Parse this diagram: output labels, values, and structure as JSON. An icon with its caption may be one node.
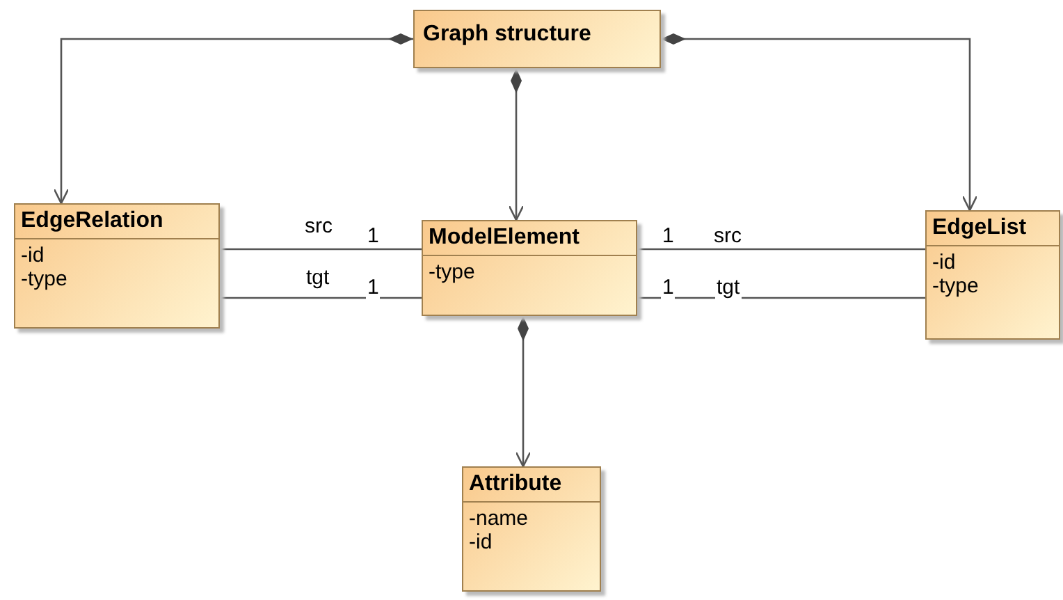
{
  "diagram": {
    "nodes": [
      {
        "text": [
          "Graph structure"
        ]
      },
      {
        "text": [
          "EdgeRelation",
          "-id",
          "-type"
        ]
      },
      {
        "text": [
          "ModelElement",
          "-type"
        ]
      },
      {
        "text": [
          "EdgeList",
          "-id",
          "-type"
        ]
      },
      {
        "text": [
          "Attribute",
          "-name",
          "-id"
        ]
      }
    ],
    "edges": [
      {
        "from": 0,
        "to": 1,
        "arrow": "to"
      },
      {
        "from": 0,
        "to": 2,
        "arrow": "to"
      },
      {
        "from": 0,
        "to": 3,
        "arrow": "to"
      },
      {
        "from": 2,
        "to": 4,
        "arrow": "to"
      },
      {
        "from": 1,
        "to": 2,
        "arrow": "none",
        "label": "src"
      },
      {
        "from": 1,
        "to": 2,
        "arrow": "none",
        "label": "tgt"
      },
      {
        "from": 2,
        "to": 3,
        "arrow": "none",
        "label": "src"
      },
      {
        "from": 2,
        "to": 3,
        "arrow": "none",
        "label": "tgt"
      }
    ],
    "labels": [
      "1",
      "1",
      "1",
      "1"
    ]
  }
}
